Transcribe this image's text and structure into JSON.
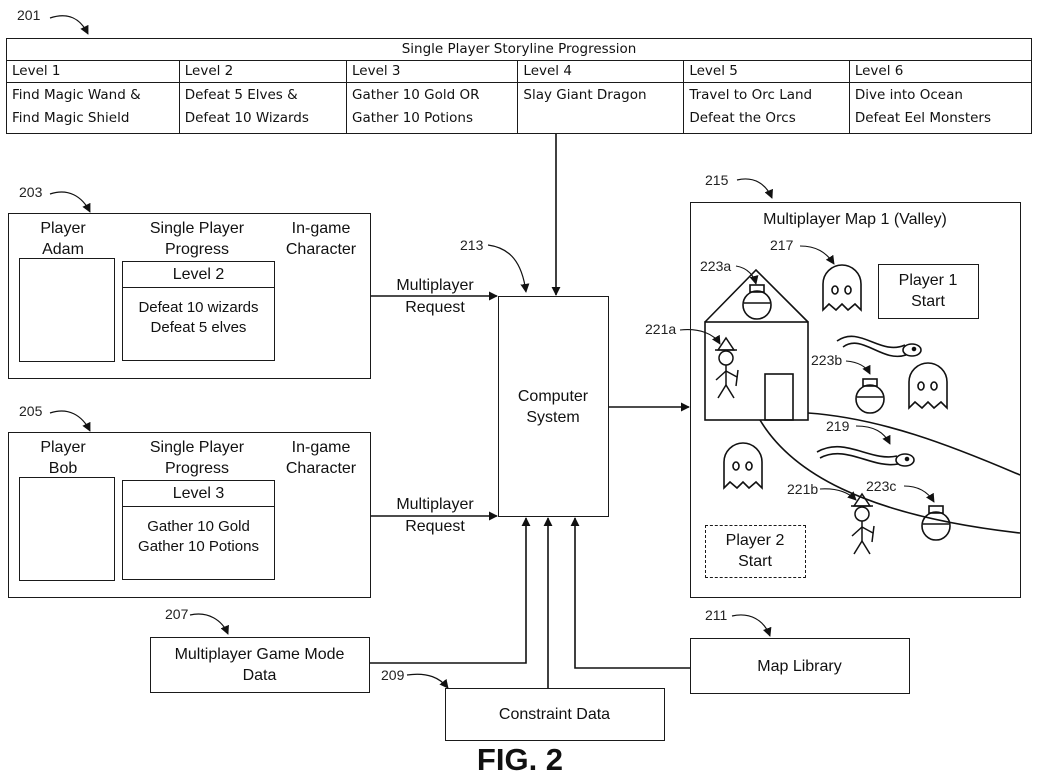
{
  "figure": {
    "label": "FIG. 2"
  },
  "storyline": {
    "ref": "201",
    "title": "Single Player Storyline Progression",
    "levels": [
      {
        "name": "Level 1",
        "goals": [
          "Find Magic Wand &",
          "Find Magic Shield"
        ]
      },
      {
        "name": "Level 2",
        "goals": [
          "Defeat 5 Elves &",
          "Defeat 10 Wizards"
        ]
      },
      {
        "name": "Level 3",
        "goals": [
          "Gather 10 Gold OR",
          "Gather 10 Potions"
        ]
      },
      {
        "name": "Level 4",
        "goals": [
          "Slay Giant Dragon",
          ""
        ]
      },
      {
        "name": "Level 5",
        "goals": [
          "Travel to Orc Land",
          "Defeat the Orcs"
        ]
      },
      {
        "name": "Level 6",
        "goals": [
          "Dive into Ocean",
          "Defeat Eel Monsters"
        ]
      }
    ]
  },
  "players": [
    {
      "ref": "203",
      "name_line1": "Player",
      "name_line2": "Adam",
      "progress_heading_line1": "Single Player",
      "progress_heading_line2": "Progress",
      "character_heading_line1": "In-game",
      "character_heading_line2": "Character",
      "level": "Level 2",
      "goals": [
        "Defeat 10 wizards",
        "Defeat 5 elves"
      ]
    },
    {
      "ref": "205",
      "name_line1": "Player",
      "name_line2": "Bob",
      "progress_heading_line1": "Single Player",
      "progress_heading_line2": "Progress",
      "character_heading_line1": "In-game",
      "character_heading_line2": "Character",
      "level": "Level 3",
      "goals": [
        "Gather 10 Gold",
        "Gather 10 Potions"
      ]
    }
  ],
  "requests": [
    {
      "line1": "Multiplayer",
      "line2": "Request"
    },
    {
      "line1": "Multiplayer",
      "line2": "Request"
    }
  ],
  "computer": {
    "ref": "213",
    "line1": "Computer",
    "line2": "System"
  },
  "game_mode": {
    "ref": "207",
    "line1": "Multiplayer Game Mode",
    "line2": "Data"
  },
  "constraint": {
    "ref": "209",
    "label": "Constraint Data"
  },
  "map_library": {
    "ref": "211",
    "label": "Map Library"
  },
  "map": {
    "ref": "215",
    "title": "Multiplayer Map 1 (Valley)",
    "ghost_ref": "217",
    "eel_ref": "219",
    "p1_line1": "Player 1",
    "p1_line2": "Start",
    "p2_line1": "Player 2",
    "p2_line2": "Start",
    "refs": {
      "wizard_a": "221a",
      "wizard_b": "221b",
      "potion_a": "223a",
      "potion_b": "223b",
      "potion_c": "223c"
    }
  }
}
